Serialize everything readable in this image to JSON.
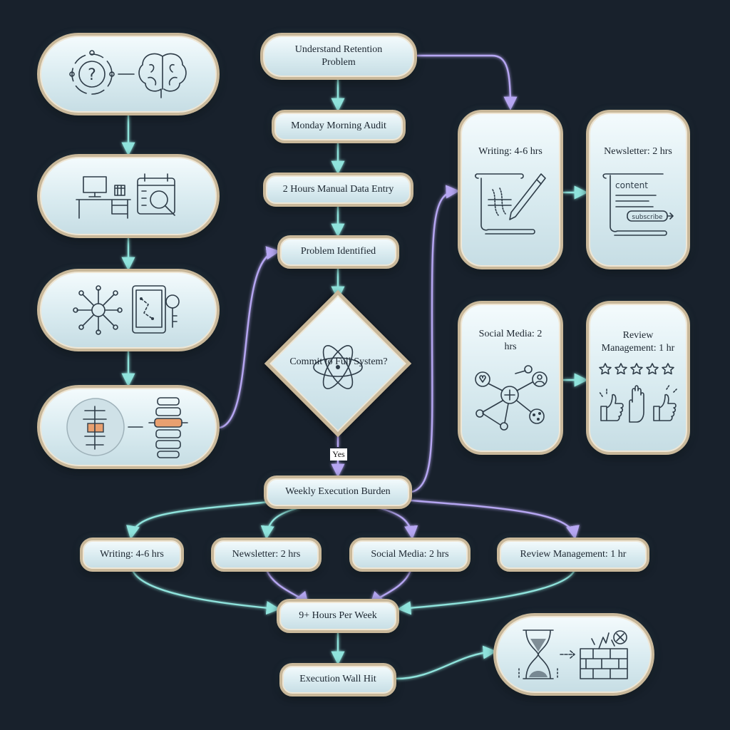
{
  "nodes": {
    "understand": "Understand Retention Problem",
    "audit": "Monday Morning Audit",
    "data_entry": "2 Hours Manual Data Entry",
    "identified": "Problem Identified",
    "decision": "Commit to Full System?",
    "yes": "Yes",
    "burden": "Weekly Execution Burden",
    "writing": "Writing: 4-6 hrs",
    "newsletter": "Newsletter: 2 hrs",
    "social": "Social Media: 2 hrs",
    "review": "Review Management: 1 hr",
    "hours": "9+ Hours Per Week",
    "wall": "Execution Wall Hit"
  },
  "cards": {
    "writing": "Writing: 4-6 hrs",
    "newsletter": "Newsletter: 2 hrs",
    "social": "Social Media: 2 hrs",
    "review": "Review Management: 1 hr",
    "newsletter_icon_text": "content",
    "newsletter_icon_button": "subscribe"
  },
  "icons": {
    "left_1": [
      "question-network-icon",
      "brain-icon"
    ],
    "left_2": [
      "desk-computer-icon",
      "calendar-search-icon"
    ],
    "left_3": [
      "network-hub-icon",
      "tablet-key-icon"
    ],
    "left_4": [
      "spine-scan-icon",
      "vertebrae-icon"
    ],
    "decision": "atom-icon",
    "wall": [
      "hourglass-icon",
      "brick-wall-icon"
    ]
  },
  "colors": {
    "background": "#18212c",
    "connector_teal": "#8fe3dc",
    "connector_lavender": "#b6a6f2",
    "node_border": "#c9b89a",
    "highlight": "#e8a070"
  }
}
